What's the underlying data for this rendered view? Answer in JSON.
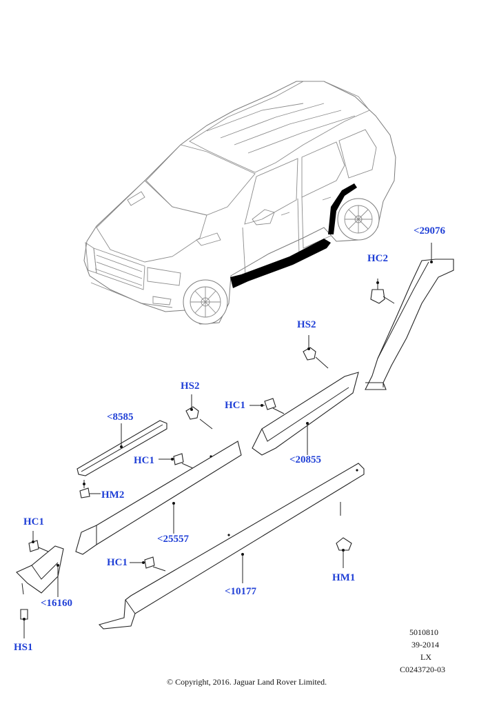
{
  "diagram": {
    "callouts": {
      "p29076": "<29076",
      "hc2": "HC2",
      "hs2_a": "HS2",
      "hs2_b": "HS2",
      "hc1_a": "HC1",
      "hc1_b": "HC1",
      "hc1_c": "HC1",
      "hc1_d": "HC1",
      "p8585": "<8585",
      "p20855": "<20855",
      "hm2": "HM2",
      "p25557": "<25557",
      "p16160": "<16160",
      "p10177": "<10177",
      "hm1": "HM1",
      "hs1": "HS1"
    },
    "callout_color": "#1f3fd6",
    "highlight_color": "#000000"
  },
  "footer": {
    "code_1": "5010810",
    "code_2": "39-2014",
    "code_3": "LX",
    "code_4": "C0243720-03",
    "copyright": "© Copyright, 2016. Jaguar Land Rover Limited."
  }
}
